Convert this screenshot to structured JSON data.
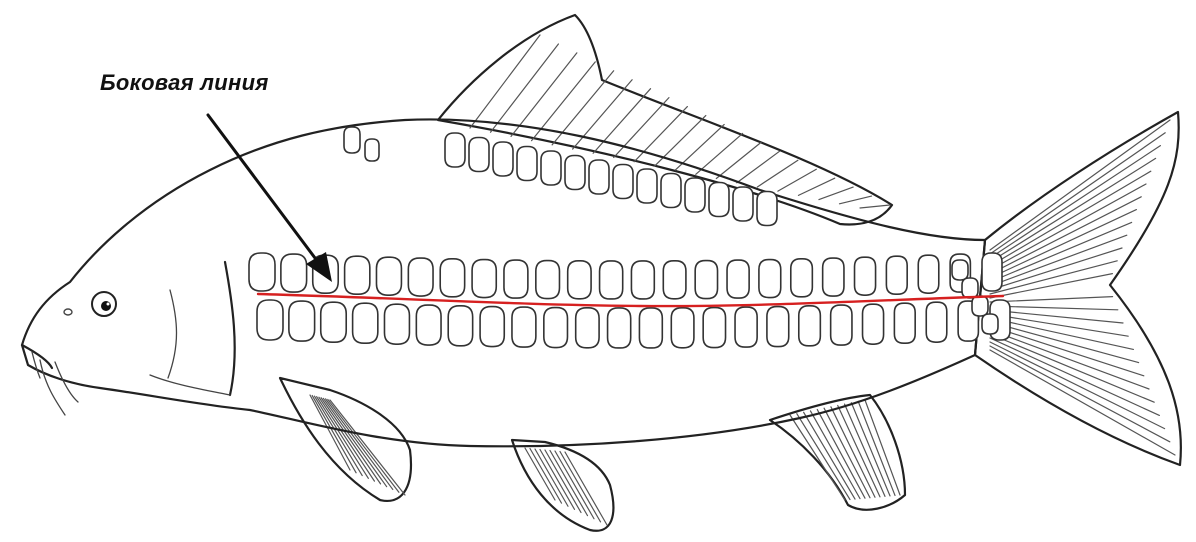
{
  "annotation": {
    "text": "Боковая линия"
  },
  "colors": {
    "lateral_line": "#d62020",
    "outline": "#222222",
    "arrow": "#111111",
    "background": "#ffffff"
  },
  "icons": {
    "fish": "carp-outline-drawing",
    "arrow": "arrow-pointer"
  }
}
